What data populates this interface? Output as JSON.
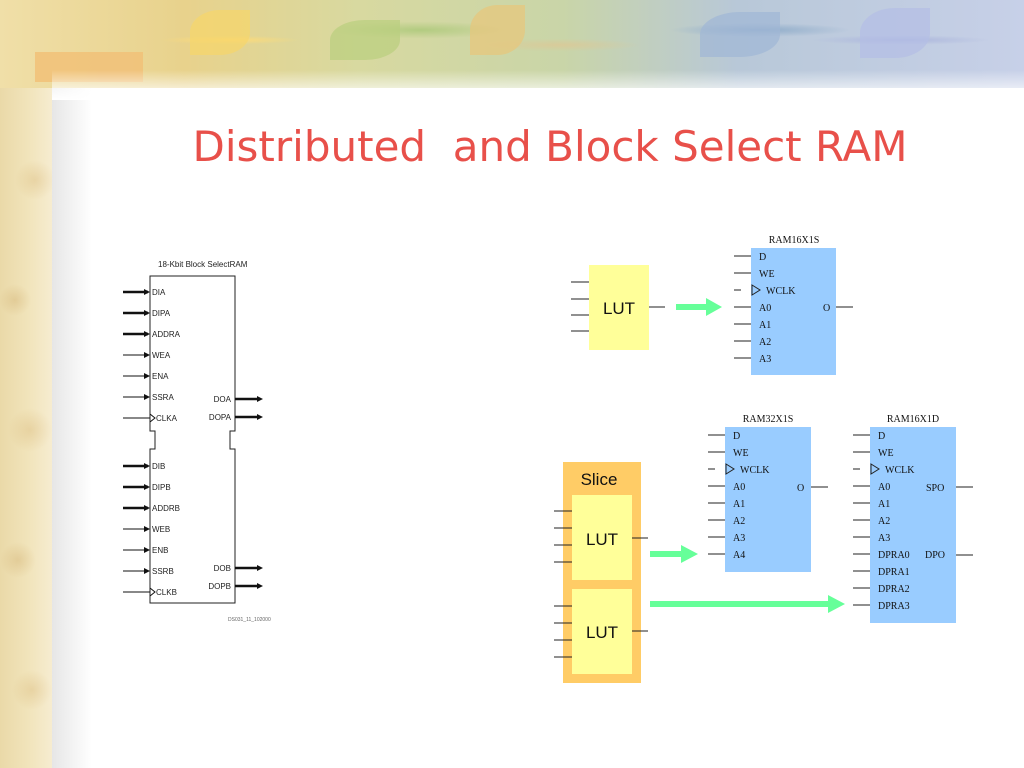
{
  "slide": {
    "title": "Distributed  and Block Select RAM"
  },
  "block_selectram": {
    "title": "18-Kbit Block SelectRAM",
    "port_a_inputs": [
      "DIA",
      "DIPA",
      "ADDRA",
      "WEA",
      "ENA",
      "SSRA",
      "CLKA"
    ],
    "port_a_outputs": [
      "DOA",
      "DOPA"
    ],
    "port_b_inputs": [
      "DIB",
      "DIPB",
      "ADDRB",
      "WEB",
      "ENB",
      "SSRB",
      "CLKB"
    ],
    "port_b_outputs": [
      "DOB",
      "DOPB"
    ],
    "figure_code": "DS031_11_102000"
  },
  "ram16x1s": {
    "title": "RAM16X1S",
    "pins": [
      "D",
      "WE",
      "WCLK",
      "A0",
      "A1",
      "A2",
      "A3"
    ],
    "output": "O",
    "lut_label": "LUT"
  },
  "ram32x1s": {
    "title": "RAM32X1S",
    "pins": [
      "D",
      "WE",
      "WCLK",
      "A0",
      "A1",
      "A2",
      "A3",
      "A4"
    ],
    "output": "O"
  },
  "ram16x1d": {
    "title": "RAM16X1D",
    "pins": [
      "D",
      "WE",
      "WCLK",
      "A0",
      "A1",
      "A2",
      "A3",
      "DPRA0",
      "DPRA1",
      "DPRA2",
      "DPRA3"
    ],
    "output_spo": "SPO",
    "output_dpo": "DPO"
  },
  "slice": {
    "label": "Slice",
    "lut_top": "LUT",
    "lut_bottom": "LUT"
  },
  "colors": {
    "title": "#e8504a",
    "ram_block": "#99ccff",
    "lut_fill": "#ffff99",
    "slice_fill": "#ffcc66",
    "arrow": "#66ff99"
  }
}
